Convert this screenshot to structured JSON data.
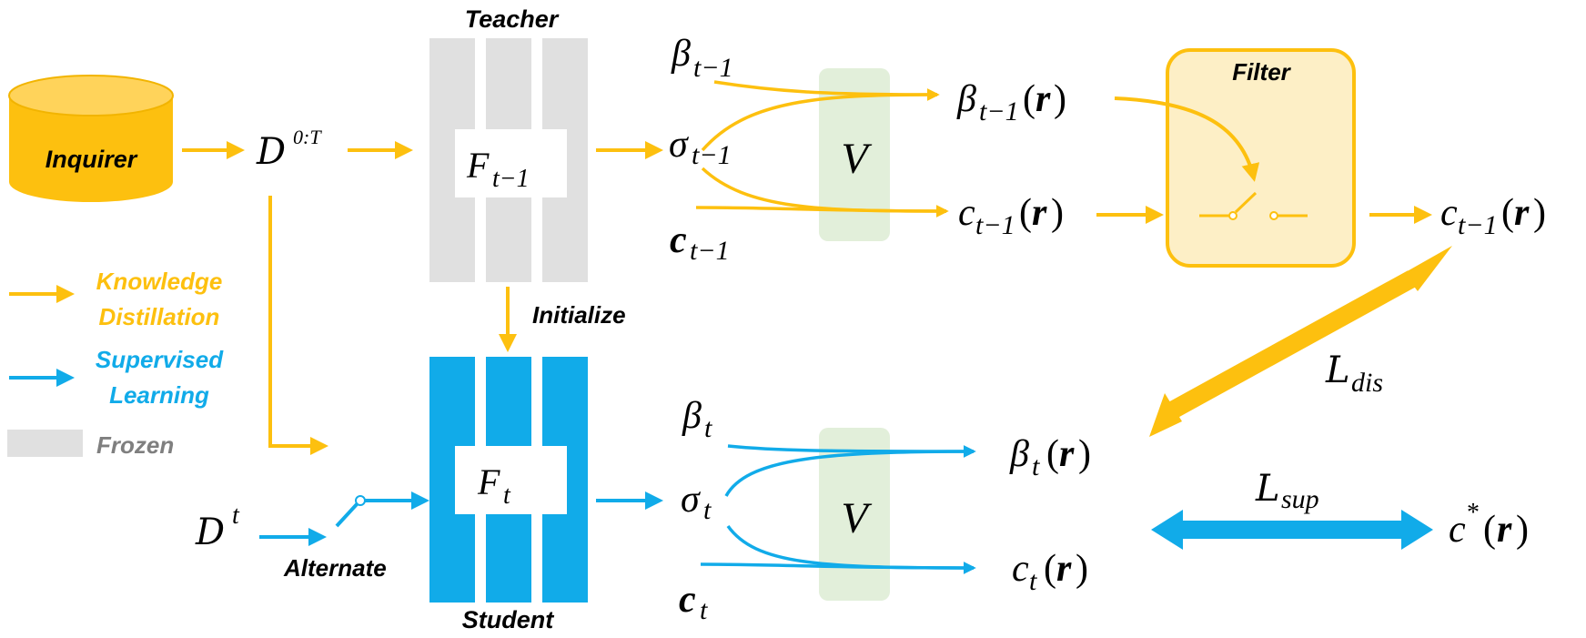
{
  "colors": {
    "kd": "#FDC00F",
    "sl": "#11ABE9",
    "frozen": "#E0E0E0",
    "volume": "#E2EFDA",
    "filter_fill": "#FDEFC6",
    "text": "#000000",
    "frozen_text": "#7F7F7F"
  },
  "inquirer": {
    "label": "Inquirer"
  },
  "data": {
    "all_symbol": "D",
    "all_sup": "0:T",
    "cur_symbol": "D",
    "cur_sup": "t"
  },
  "teacher": {
    "title": "Teacher",
    "net_symbol": "F",
    "net_sub": "t−1"
  },
  "student": {
    "title": "Student",
    "net_symbol": "F",
    "net_sub": "t"
  },
  "initialize_label": "Initialize",
  "alternate_label": "Alternate",
  "legend": {
    "kd_line1": "Knowledge",
    "kd_line2": "Distillation",
    "sl_line1": "Supervised",
    "sl_line2": "Learning",
    "frozen": "Frozen"
  },
  "volume_symbol": "V",
  "filter_label": "Filter",
  "teacher_outputs": {
    "beta": "β",
    "sigma": "σ",
    "c": "c",
    "sub": "t−1"
  },
  "student_outputs": {
    "beta": "β",
    "sigma": "σ",
    "c": "c",
    "sub": "t"
  },
  "teacher_rendered": {
    "beta": "β",
    "c": "c",
    "sub": "t−1",
    "arg_open": "(",
    "arg": "r",
    "arg_close": ")"
  },
  "student_rendered": {
    "beta": "β",
    "c": "c",
    "sub": "t",
    "arg_open": "(",
    "arg": "r",
    "arg_close": ")"
  },
  "filtered_output": {
    "c": "c",
    "sub": "t−1",
    "arg_open": "(",
    "arg": "r",
    "arg_close": ")"
  },
  "ground_truth": {
    "c": "c",
    "sup": "*",
    "arg_open": "(",
    "arg": "r",
    "arg_close": ")"
  },
  "loss_dis": {
    "symbol": "L",
    "sub": "dis"
  },
  "loss_sup": {
    "symbol": "L",
    "sub": "sup"
  }
}
